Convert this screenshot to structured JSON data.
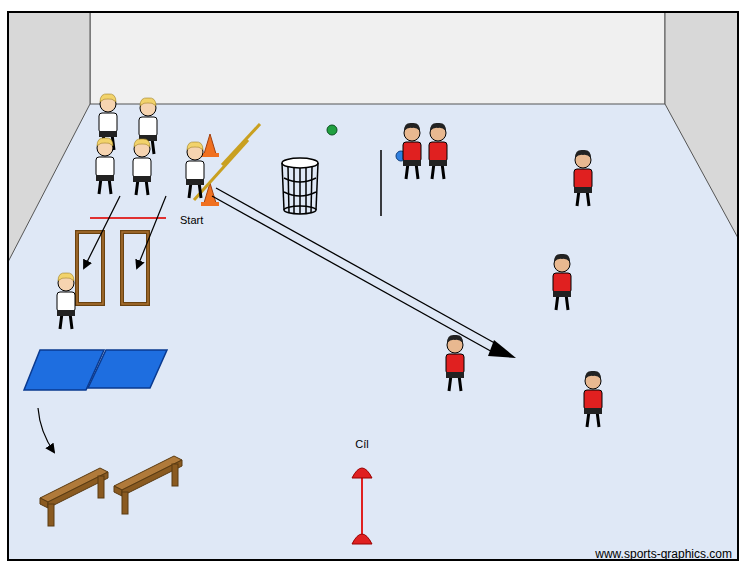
{
  "diagram": {
    "labels": [
      "Start",
      "Cíl",
      "www.sports-graphics.com"
    ]
  }
}
